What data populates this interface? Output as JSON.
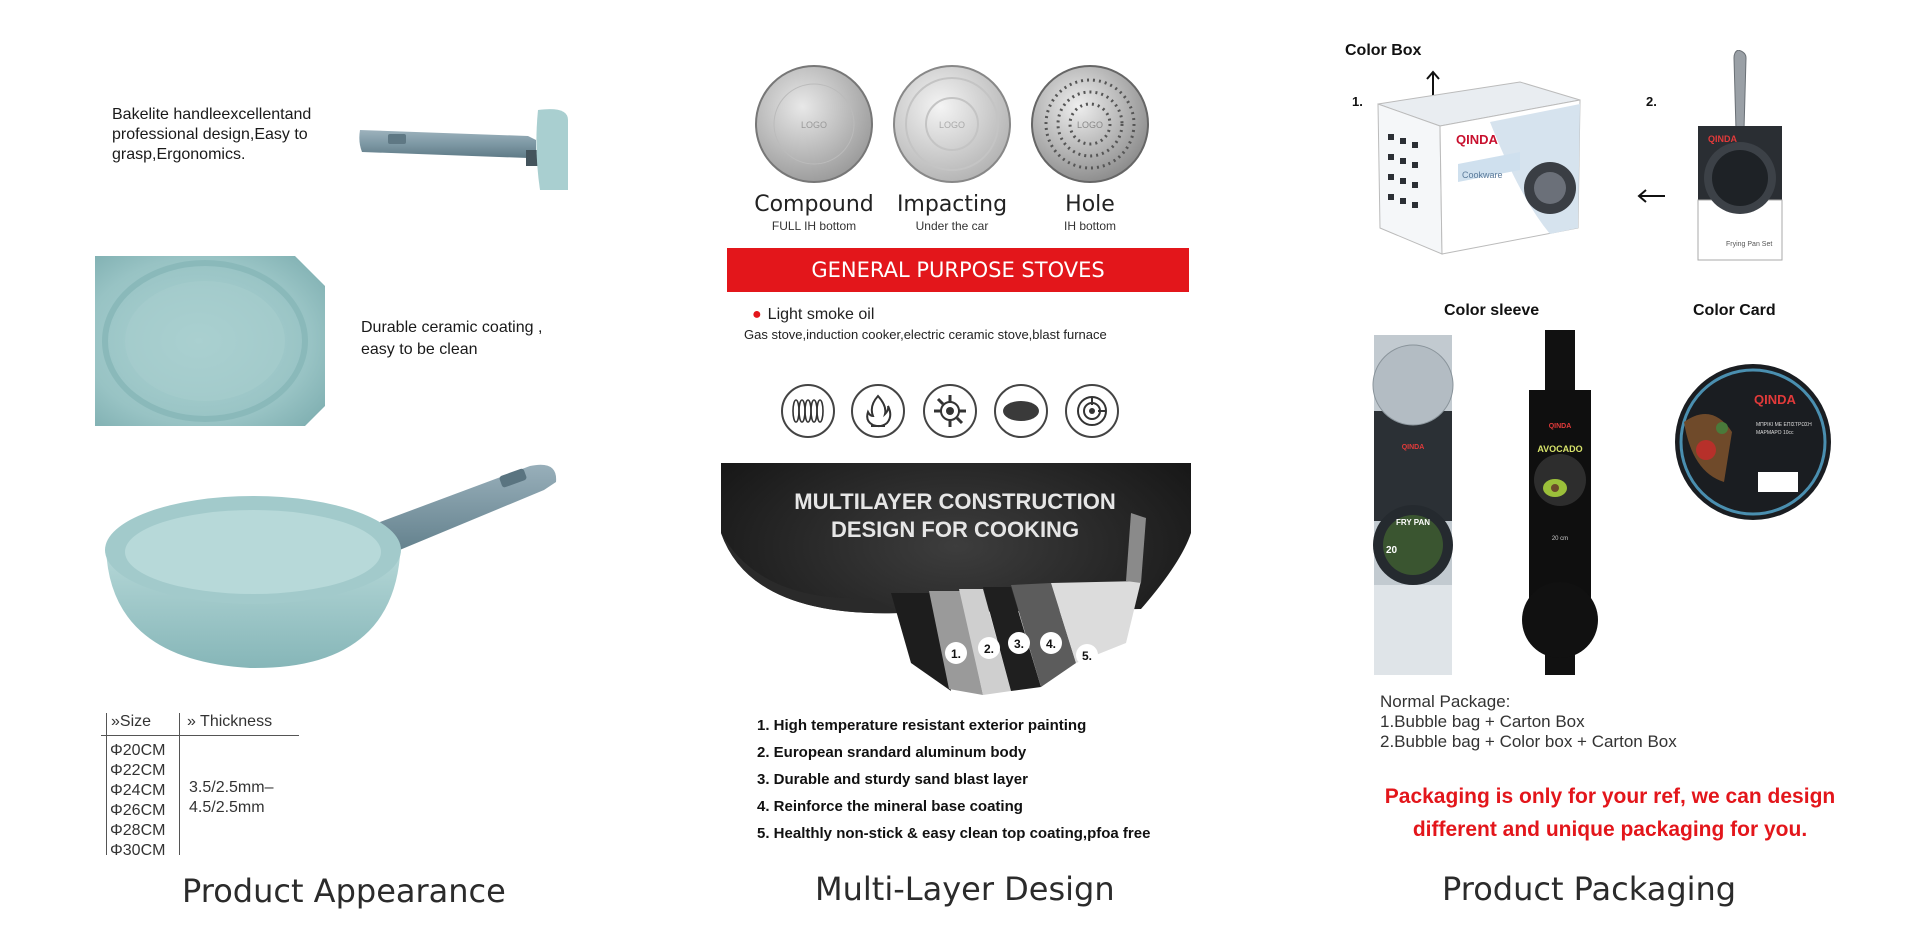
{
  "appearance": {
    "handle_text": "Bakelite handleexcellentand professional design,Easy to grasp,Ergonomics.",
    "coating_text_1": "Durable ceramic coating ,",
    "coating_text_2": "easy to be clean",
    "size_header": "»Size",
    "thickness_header": "» Thickness",
    "sizes": [
      "Φ20CM",
      "Φ22CM",
      "Φ24CM",
      "Φ26CM",
      "Φ28CM",
      "Φ30CM"
    ],
    "thickness_1": "3.5/2.5mm–",
    "thickness_2": "4.5/2.5mm",
    "caption": "Product Appearance",
    "colors": {
      "pan": "#9fc7c8",
      "handle": "#7d98a4"
    }
  },
  "multilayer": {
    "discs": [
      {
        "title": "Compound",
        "sub": "FULL IH bottom",
        "logo": "LOGO"
      },
      {
        "title": "Impacting",
        "sub": "Under the car",
        "logo": "LOGO"
      },
      {
        "title": "Hole",
        "sub": "IH bottom",
        "logo": "LOGO"
      }
    ],
    "banner": "GENERAL PURPOSE STOVES",
    "smoke": "Light smoke oil",
    "stoves": "Gas stove,induction cooker,electric ceramic stove,blast furnace",
    "stove_icons": [
      "coil-icon",
      "flame-icon",
      "gas-burner-icon",
      "ceramic-plate-icon",
      "induction-icon"
    ],
    "construction_title_1": "MULTILAYER CONSTRUCTION",
    "construction_title_2": "DESIGN FOR COOKING",
    "layer_numbers": [
      "1.",
      "2.",
      "3.",
      "4.",
      "5."
    ],
    "layers": [
      "1. High temperature resistant exterior painting",
      "2. European srandard aluminum body",
      "3. Durable and sturdy sand blast layer",
      "4. Reinforce the mineral base coating",
      "5. Healthly non-stick & easy clean top coating,pfoa free"
    ],
    "caption": "Multi-Layer Design",
    "colors": {
      "red": "#e3161b"
    }
  },
  "packaging": {
    "color_box": "Color Box",
    "num_1": "1.",
    "num_2": "2.",
    "brand": "QINDA",
    "cookware": "Cookware",
    "frying_pan_label": "Frying Pan Set",
    "color_sleeve": "Color sleeve",
    "color_card": "Color Card",
    "sleeve_1_product": "FRY PAN",
    "sleeve_1_size": "20",
    "sleeve_2_product": "AVOCADO",
    "sleeve_2_size": "20 cm",
    "card_line_1": "ΜΠΡΙΚΙ ΜΕ ΕΠΙΣΤΡΩΣΗ",
    "card_line_2": "ΜΑΡΜΑΡΟ 10cc",
    "normal_title": "Normal Package:",
    "normal_1": "1.Bubble bag + Carton Box",
    "normal_2": "2.Bubble bag + Color box + Carton Box",
    "note_1": "Packaging is only for your ref, we can design",
    "note_2": "different and unique packaging for you.",
    "caption": "Product Packaging"
  }
}
